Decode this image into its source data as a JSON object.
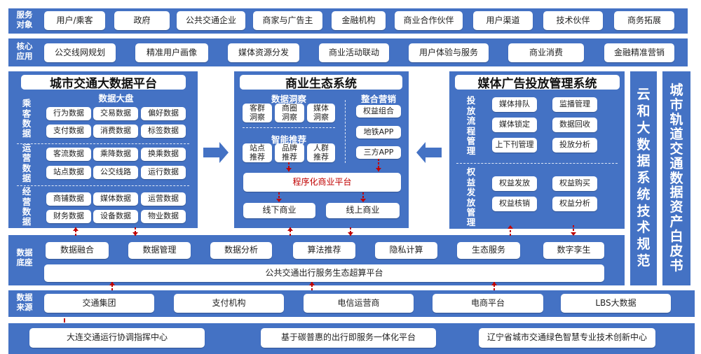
{
  "service_targets": {
    "label": "服务对象",
    "items": [
      "用户/乘客",
      "政府",
      "公共交通企业",
      "商家与广告主",
      "金融机构",
      "商业合作伙伴",
      "用户渠道",
      "技术伙伴",
      "商务拓展"
    ]
  },
  "core_apps": {
    "label": "核心应用",
    "items": [
      "公交线网规划",
      "精准用户画像",
      "媒体资源分发",
      "商业活动联动",
      "用户体验与服务",
      "商业消费",
      "金融精准营销"
    ]
  },
  "city_platform": {
    "title": "城市交通大数据平台",
    "subtitle": "数据大盘",
    "groups": [
      {
        "label": "乘客数据",
        "items": [
          "行为数据",
          "交易数据",
          "偏好数据",
          "支付数据",
          "消费数据",
          "标签数据"
        ]
      },
      {
        "label": "运营数据",
        "items": [
          "客流数据",
          "乘降数据",
          "换乘数据",
          "站点数据",
          "公交线路",
          "运行数据"
        ]
      },
      {
        "label": "经营数据",
        "items": [
          "商铺数据",
          "媒体数据",
          "运营数据",
          "财务数据",
          "设备数据",
          "物业数据"
        ]
      }
    ]
  },
  "business_eco": {
    "title": "商业生态系统",
    "insight": {
      "title": "数据洞察",
      "items": [
        "客群洞察",
        "商圈洞察",
        "媒体洞察"
      ]
    },
    "recommend": {
      "title": "智能推荐",
      "items": [
        "站点推荐",
        "品牌推荐",
        "人群推荐"
      ]
    },
    "marketing": {
      "title": "整合营销",
      "items": [
        "权益组合",
        "地铁APP",
        "三方APP"
      ]
    },
    "platform": "程序化商业平台",
    "outputs": [
      "线下商业",
      "线上商业"
    ]
  },
  "media_ads": {
    "title": "媒体广告投放管理系统",
    "groups": [
      {
        "label": "投放流程管理",
        "items": [
          "媒体排队",
          "监播管理",
          "媒体锁定",
          "数据回收",
          "上下刊管理",
          "投放分析"
        ]
      },
      {
        "label": "权益发放管理",
        "items": [
          "权益发放",
          "权益购买",
          "权益核销",
          "权益分析"
        ]
      }
    ]
  },
  "side_panels": [
    "云和大数据系统技术规范",
    "城市轨道交通数据资产白皮书"
  ],
  "data_base": {
    "label": "数据底座",
    "items": [
      "数据融合",
      "数据管理",
      "数据分析",
      "算法推荐",
      "隐私计算",
      "生态服务",
      "数字孪生"
    ],
    "platform": "公共交通出行服务生态超算平台"
  },
  "data_sources": {
    "label": "数据来源",
    "items": [
      "交通集团",
      "支付机构",
      "电信运营商",
      "电商平台",
      "LBS大数据"
    ]
  },
  "partners": [
    "大连交通运行协调指挥中心",
    "基于碳普惠的出行即服务一体化平台",
    "辽宁省城市交通绿色智慧专业技术创新中心"
  ],
  "colors": {
    "band": "#4472c4",
    "arrow_blue": "#4472c4",
    "arrow_red": "#c00000",
    "box": "#ffffff"
  }
}
